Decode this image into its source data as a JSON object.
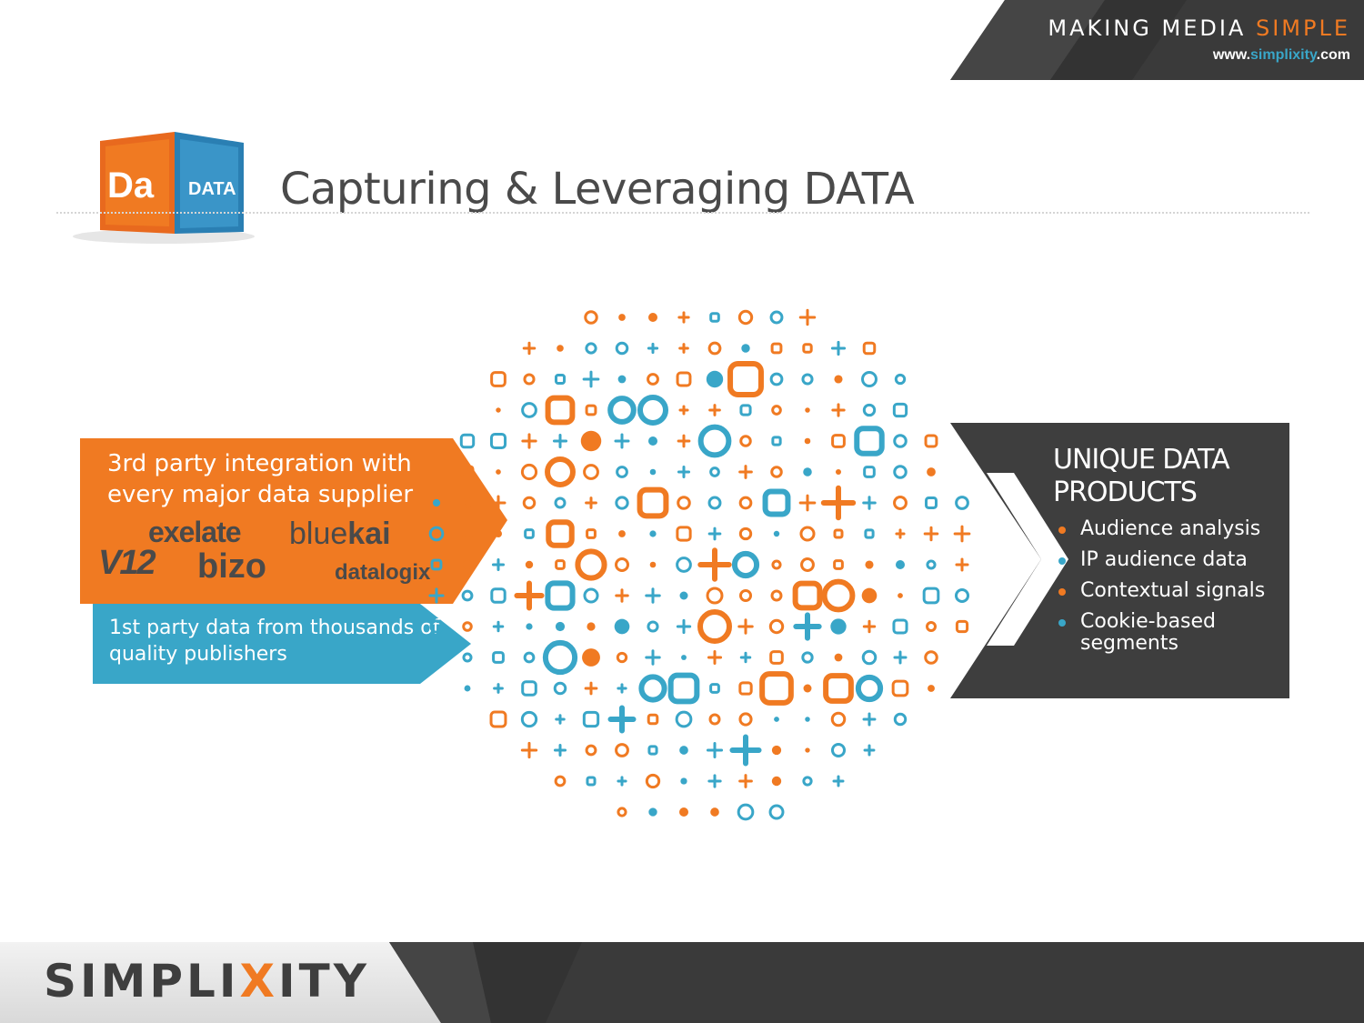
{
  "header": {
    "tagline_main": "MAKING MEDIA ",
    "tagline_accent": "SIMPLE",
    "website_prefix": "www.",
    "website_brand": "simplixity",
    "website_suffix": ".com"
  },
  "logo": {
    "cube_front": "Da",
    "cube_side": "DATA"
  },
  "title": "Capturing & Leveraging DATA",
  "third_party": {
    "text": "3rd party integration with every major data supplier",
    "partners": {
      "exelate": "exelate",
      "bluekai_a": "blue",
      "bluekai_b": "kai",
      "v12": "V12",
      "bizo": "bizo",
      "datalogix": "datalogix"
    }
  },
  "first_party": {
    "text": "1st party data from thousands of quality publishers"
  },
  "products": {
    "title": "UNIQUE DATA PRODUCTS",
    "items": [
      {
        "label": "Audience analysis",
        "dot_color": "#f07a22"
      },
      {
        "label": "IP audience data",
        "dot_color": "#39a6c8"
      },
      {
        "label": "Contextual signals",
        "dot_color": "#f07a22"
      },
      {
        "label": "Cookie-based segments",
        "dot_color": "#39a6c8"
      }
    ]
  },
  "footer": {
    "brand_a": "SIMPLI",
    "brand_x": "X",
    "brand_b": "ITY"
  },
  "colors": {
    "orange": "#f07a22",
    "blue": "#39a6c8",
    "dark": "#3e3e3e"
  }
}
